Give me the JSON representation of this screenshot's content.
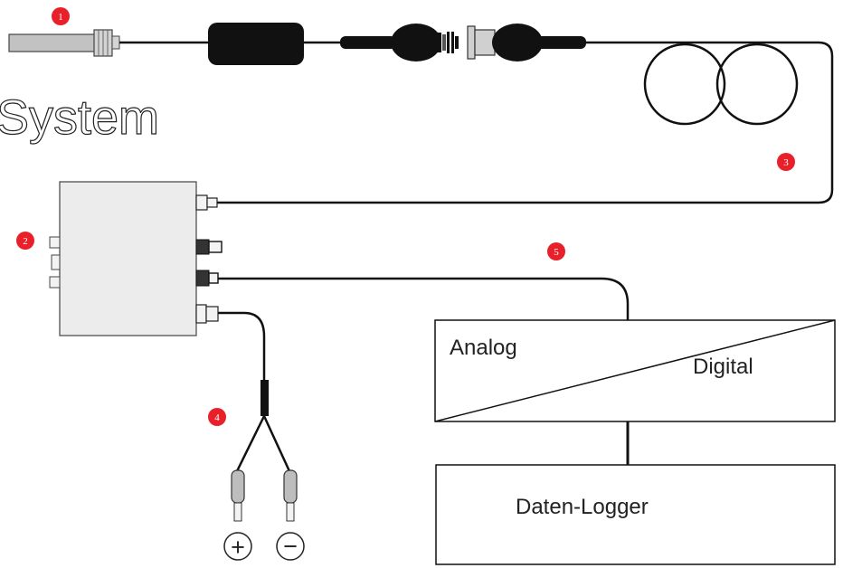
{
  "title": "System",
  "markers": [
    "1",
    "2",
    "3",
    "4",
    "5"
  ],
  "converter": {
    "analog_label": "Analog",
    "digital_label": "Digital"
  },
  "logger": {
    "label": "Daten-Logger"
  },
  "power": {
    "plus_symbol": "+",
    "minus_symbol": "−"
  },
  "colors": {
    "marker_red": "#e8202a",
    "cable": "#111111",
    "box_fill": "#ededed",
    "sensor_metal": "#b9b9b9"
  }
}
